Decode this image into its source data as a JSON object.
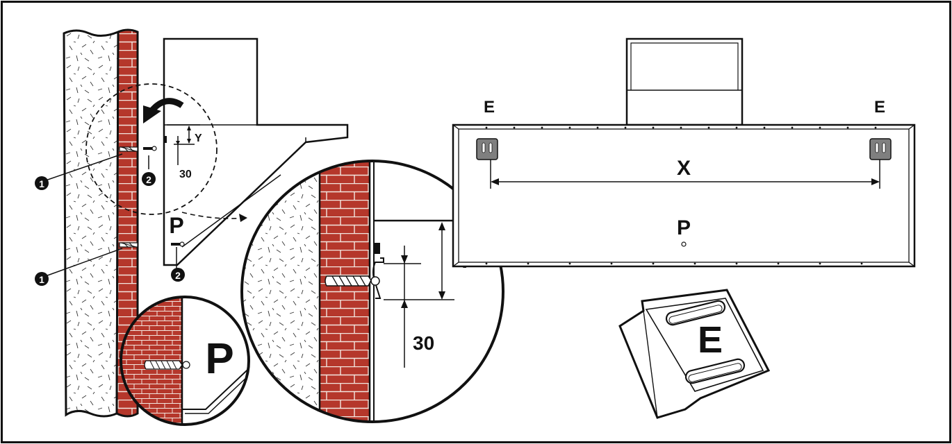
{
  "labels": {
    "p": "P",
    "e": "E",
    "x": "X",
    "y": "Y",
    "dim30": "30",
    "callout1": "1",
    "callout2": "2"
  },
  "colors": {
    "brick": "#b5372b",
    "mortar": "#f3e7e0",
    "ink": "#111111",
    "bracket": "#7f7f7f"
  },
  "icons": {
    "rotate_arrow": "curved-arrow-icon",
    "wall_plug": "wall-plug-icon",
    "screw": "screw-icon"
  }
}
